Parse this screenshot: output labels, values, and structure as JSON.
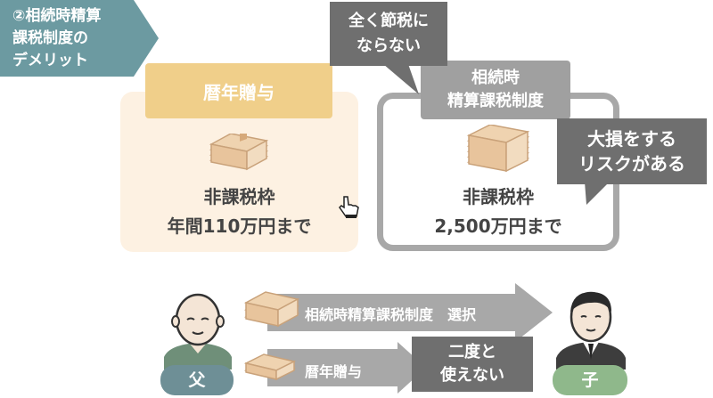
{
  "title_tag": {
    "lines": [
      "②相続時精算",
      "課税制度の",
      "デメリット"
    ],
    "color": "#6c9aa1"
  },
  "left_panel": {
    "heading": "暦年贈与",
    "label1": "非課税枠",
    "label2": "年間110万円まで",
    "head_color": "#f0cf8a",
    "bg_color": "#fdf1e2"
  },
  "right_panel": {
    "heading_lines": [
      "相続時",
      "精算課税制度"
    ],
    "label1": "非課税枠",
    "label2": "2,500万円まで",
    "head_color": "#a0a0a0"
  },
  "bubble_top": {
    "lines": [
      "全く節税に",
      "ならない"
    ]
  },
  "bubble_right": {
    "lines": [
      "大損をする",
      "リスクがある"
    ]
  },
  "arrows": {
    "upper": {
      "text": "相続時精算課税制度　選択"
    },
    "lower": {
      "text": "暦年贈与"
    }
  },
  "box_nido": {
    "lines": [
      "二度と",
      "使えない"
    ]
  },
  "people": {
    "father": "父",
    "child": "子"
  },
  "icons": [
    "money-stack-icon",
    "hand-cursor-icon",
    "father-icon",
    "child-icon"
  ]
}
